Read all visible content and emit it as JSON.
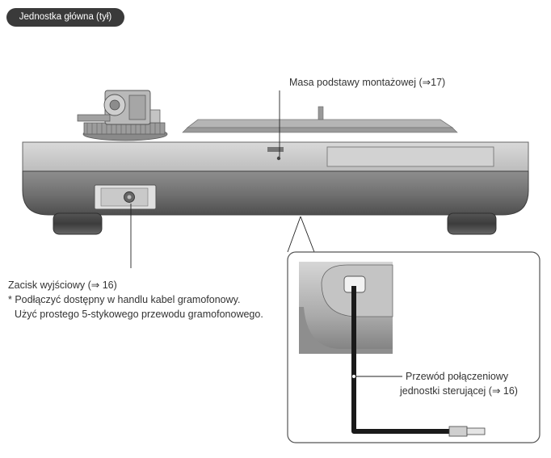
{
  "section_title": "Jednostka główna (tył)",
  "callouts": {
    "ground": "Masa podstawy montażowej (⇒17)",
    "output_terminal": "Zacisk wyjściowy (⇒ 16)",
    "note_line1": "* Podłączyć dostępny w handlu kabel gramofonowy.",
    "note_line2": "Użyć prostego 5-stykowego przewodu gramofonowego.",
    "cable_line1": "Przewód połączeniowy",
    "cable_line2": "jednostki sterującej (⇒ 16)"
  }
}
